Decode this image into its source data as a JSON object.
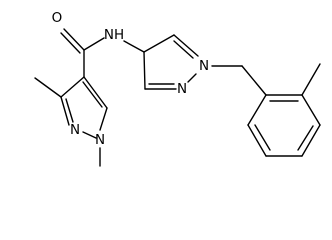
{
  "molecule": {
    "atom_labels": {
      "carbonyl_oxygen": "O",
      "amide_nitrogen": "NH",
      "pyrazole_a_n1": "N",
      "pyrazole_a_n2": "N",
      "pyrazole_b_n1": "N",
      "pyrazole_b_n2": "N"
    }
  }
}
